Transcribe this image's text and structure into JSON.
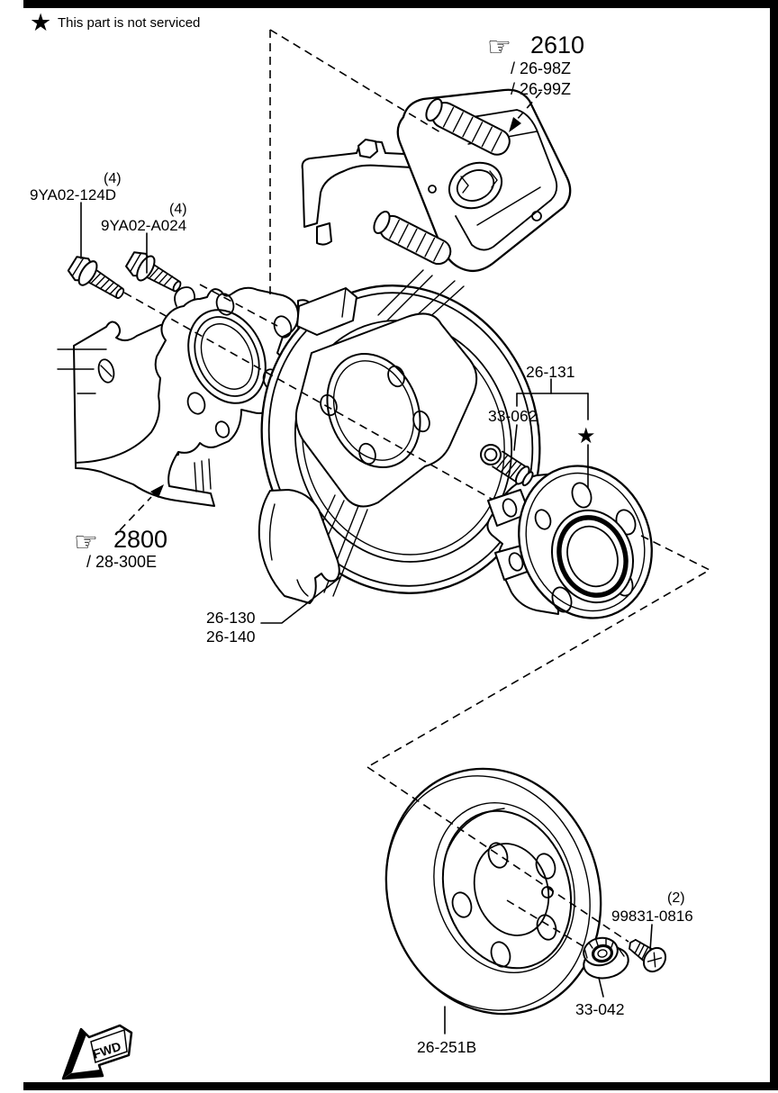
{
  "colors": {
    "ink": "#000000",
    "paper": "#ffffff"
  },
  "labels": {
    "note": {
      "star": "★",
      "text": "This part is not serviced"
    },
    "caliper": {
      "hand": "☞",
      "code": "2610",
      "sub1": "/ 26-98Z",
      "sub2": "/ 26-99Z"
    },
    "bolt_outer": {
      "qty": "(4)",
      "code": "9YA02-124D"
    },
    "bolt_inner": {
      "qty": "(4)",
      "code": "9YA02-A024"
    },
    "hub_assembly": {
      "code": "26-131",
      "star": "★"
    },
    "stud": {
      "code": "33-062"
    },
    "bracket": {
      "hand": "☞",
      "code": "2800",
      "sub": "/ 28-300E"
    },
    "shield": {
      "code_upper": "26-130",
      "code_lower": "26-140"
    },
    "screw": {
      "qty": "(2)",
      "code": "99831-0816"
    },
    "nut": {
      "code": "33-042"
    },
    "disc": {
      "code": "26-251B"
    },
    "fwd": {
      "text": "FWD"
    }
  }
}
